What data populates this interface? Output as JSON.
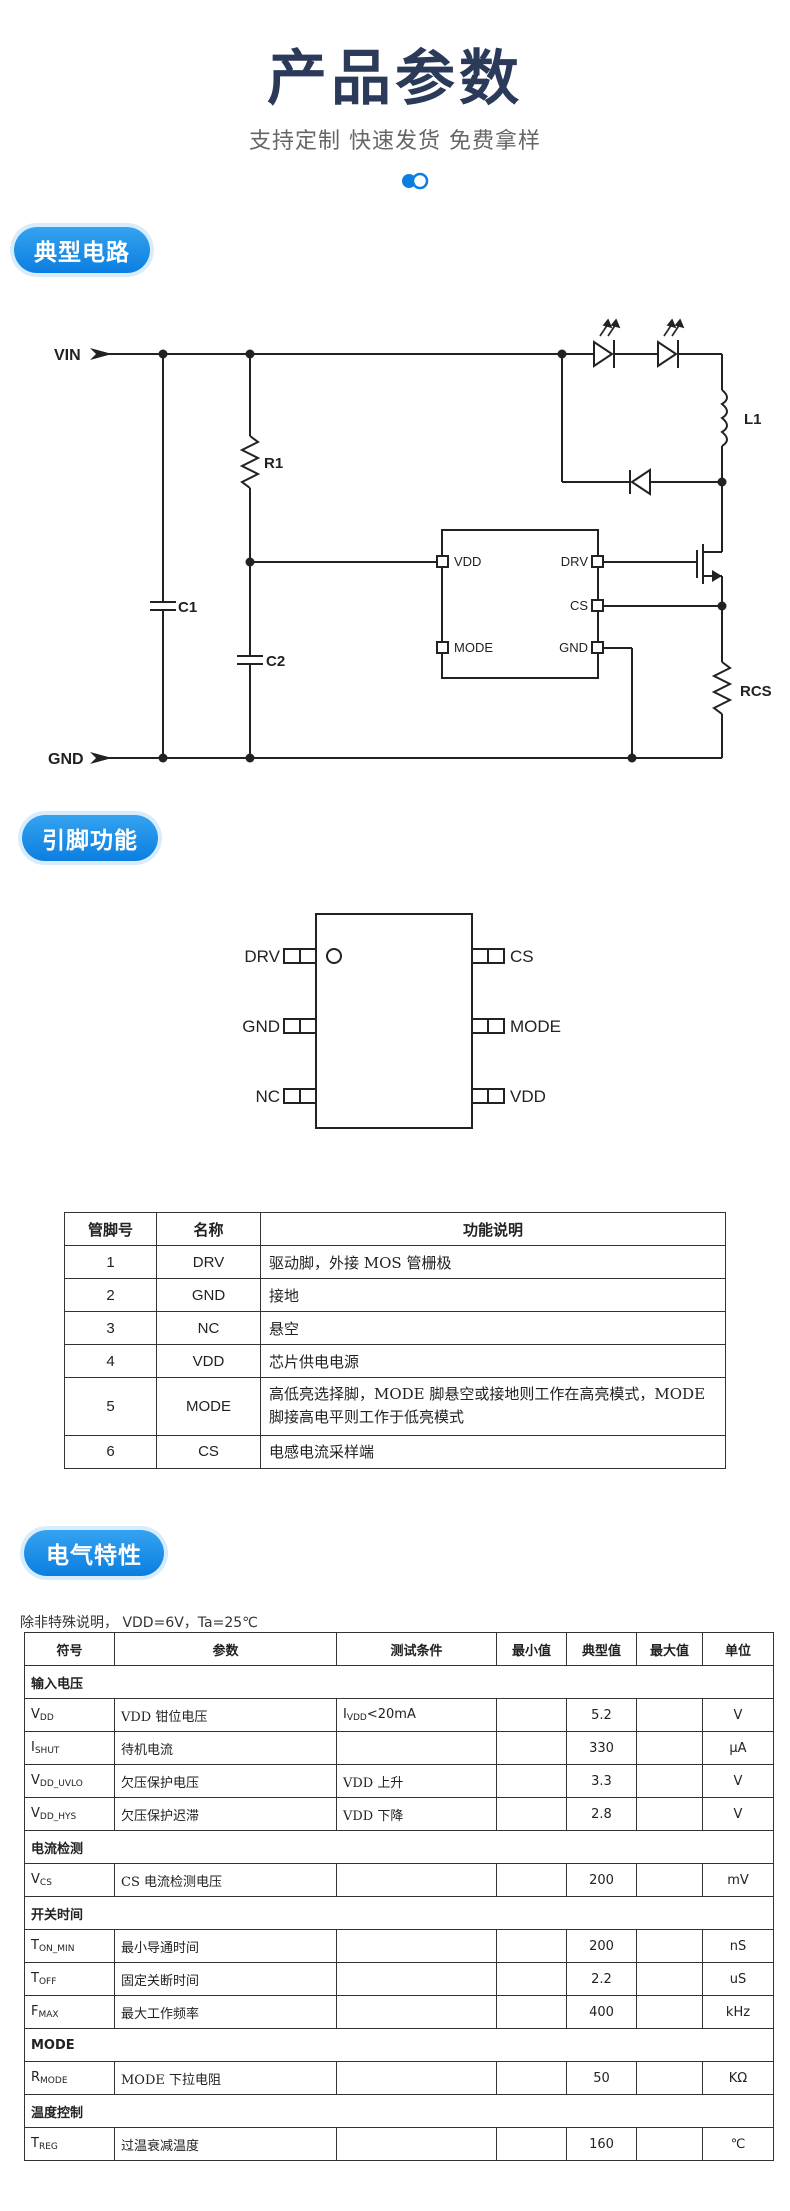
{
  "header": {
    "title": "产品参数",
    "subtitle": "支持定制 快速发货 免费拿样"
  },
  "sections": {
    "circuit": "典型电路",
    "pins": "引脚功能",
    "electrical": "电气特性"
  },
  "circuit_labels": {
    "vin": "VIN",
    "gnd": "GND",
    "r1": "R1",
    "c1": "C1",
    "c2": "C2",
    "l1": "L1",
    "rcs": "RCS",
    "vdd": "VDD",
    "mode": "MODE",
    "drv": "DRV",
    "cs": "CS",
    "gnd_pin": "GND"
  },
  "package_labels": {
    "left": [
      "DRV",
      "GND",
      "NC"
    ],
    "right": [
      "CS",
      "MODE",
      "VDD"
    ]
  },
  "pin_table": {
    "headers": [
      "管脚号",
      "名称",
      "功能说明"
    ],
    "rows": [
      [
        "1",
        "DRV",
        "驱动脚，外接 MOS 管栅极"
      ],
      [
        "2",
        "GND",
        "接地"
      ],
      [
        "3",
        "NC",
        "悬空"
      ],
      [
        "4",
        "VDD",
        "芯片供电电源"
      ],
      [
        "5",
        "MODE",
        "高低亮选择脚，MODE 脚悬空或接地则工作在高亮模式，MODE 脚接高电平则工作于低亮模式"
      ],
      [
        "6",
        "CS",
        "电感电流采样端"
      ]
    ]
  },
  "electrical": {
    "note": "除非特殊说明，   VDD=6V，Ta=25℃",
    "headers": [
      "符号",
      "参数",
      "测试条件",
      "最小值",
      "典型值",
      "最大值",
      "单位"
    ],
    "groups": {
      "input": "输入电压",
      "current": "电流检测",
      "switch": "开关时间",
      "mode": "MODE",
      "temp": "温度控制"
    },
    "rows": {
      "vdd": {
        "sym": "V",
        "sub": "DD",
        "param": "VDD 钳位电压",
        "cond": "I",
        "cond_sub": "VDD",
        "cond_tail": "<20mA",
        "min": "",
        "typ": "5.2",
        "max": "",
        "unit": "V"
      },
      "ishut": {
        "sym": "I",
        "sub": "SHUT",
        "param": "待机电流",
        "cond": "",
        "min": "",
        "typ": "330",
        "max": "",
        "unit": "μA"
      },
      "uvlo": {
        "sym": "V",
        "sub": "DD_UVLO",
        "param": "欠压保护电压",
        "cond": "VDD 上升",
        "min": "",
        "typ": "3.3",
        "max": "",
        "unit": "V"
      },
      "hys": {
        "sym": "V",
        "sub": "DD_HYS",
        "param": "欠压保护迟滞",
        "cond": "VDD 下降",
        "min": "",
        "typ": "2.8",
        "max": "",
        "unit": "V"
      },
      "vcs": {
        "sym": "V",
        "sub": "CS",
        "param": "CS 电流检测电压",
        "cond": "",
        "min": "",
        "typ": "200",
        "max": "",
        "unit": "mV"
      },
      "ton": {
        "sym": "T",
        "sub": "ON_MIN",
        "param": "最小导通时间",
        "cond": "",
        "min": "",
        "typ": "200",
        "max": "",
        "unit": "nS"
      },
      "toff": {
        "sym": "T",
        "sub": "OFF",
        "param": "固定关断时间",
        "cond": "",
        "min": "",
        "typ": "2.2",
        "max": "",
        "unit": "uS"
      },
      "fmax": {
        "sym": "F",
        "sub": "MAX",
        "param": "最大工作频率",
        "cond": "",
        "min": "",
        "typ": "400",
        "max": "",
        "unit": "kHz"
      },
      "rmode": {
        "sym": "R",
        "sub": "MODE",
        "param": "MODE 下拉电阻",
        "cond": "",
        "min": "",
        "typ": "50",
        "max": "",
        "unit": "KΩ"
      },
      "treg": {
        "sym": "T",
        "sub": "REG",
        "param": "过温衰减温度",
        "cond": "",
        "min": "",
        "typ": "160",
        "max": "",
        "unit": "℃"
      }
    }
  },
  "colors": {
    "title": "#2c3a5a",
    "accent": "#0b7ee0",
    "line": "#222222"
  }
}
